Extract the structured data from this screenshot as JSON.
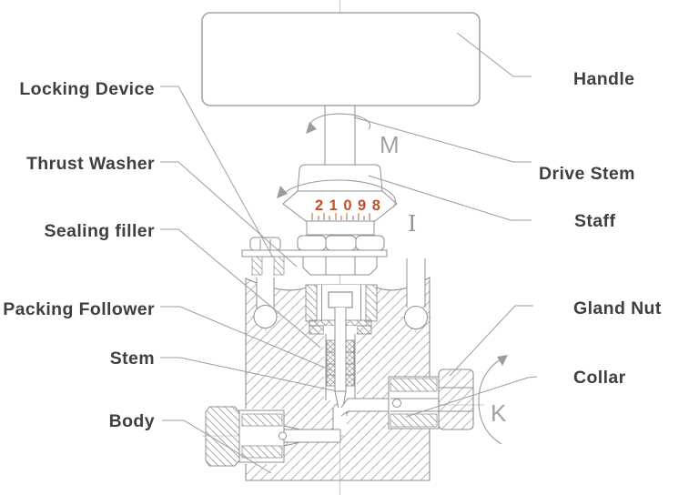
{
  "diagram": {
    "labels": {
      "locking_device": "Locking Device",
      "thrust_washer": "Thrust Washer",
      "sealing_filler": "Sealing filler",
      "packing_follower": "Packing Follower",
      "stem": "Stem",
      "body": "Body",
      "handle": "Handle",
      "drive_stem": "Drive Stem",
      "staff": "Staff",
      "gland_nut": "Gland Nut",
      "collar": "Collar"
    },
    "dial": {
      "numbers": "21098"
    },
    "markers": {
      "drive_stem_rotation": "M",
      "dial_rotation": "I",
      "gland_rotation": "K"
    },
    "colors": {
      "dial_numbers": "#c14f28",
      "tick": "#b0653f",
      "line": "#8f8f8f",
      "label_text": "#3f3f3f"
    }
  }
}
